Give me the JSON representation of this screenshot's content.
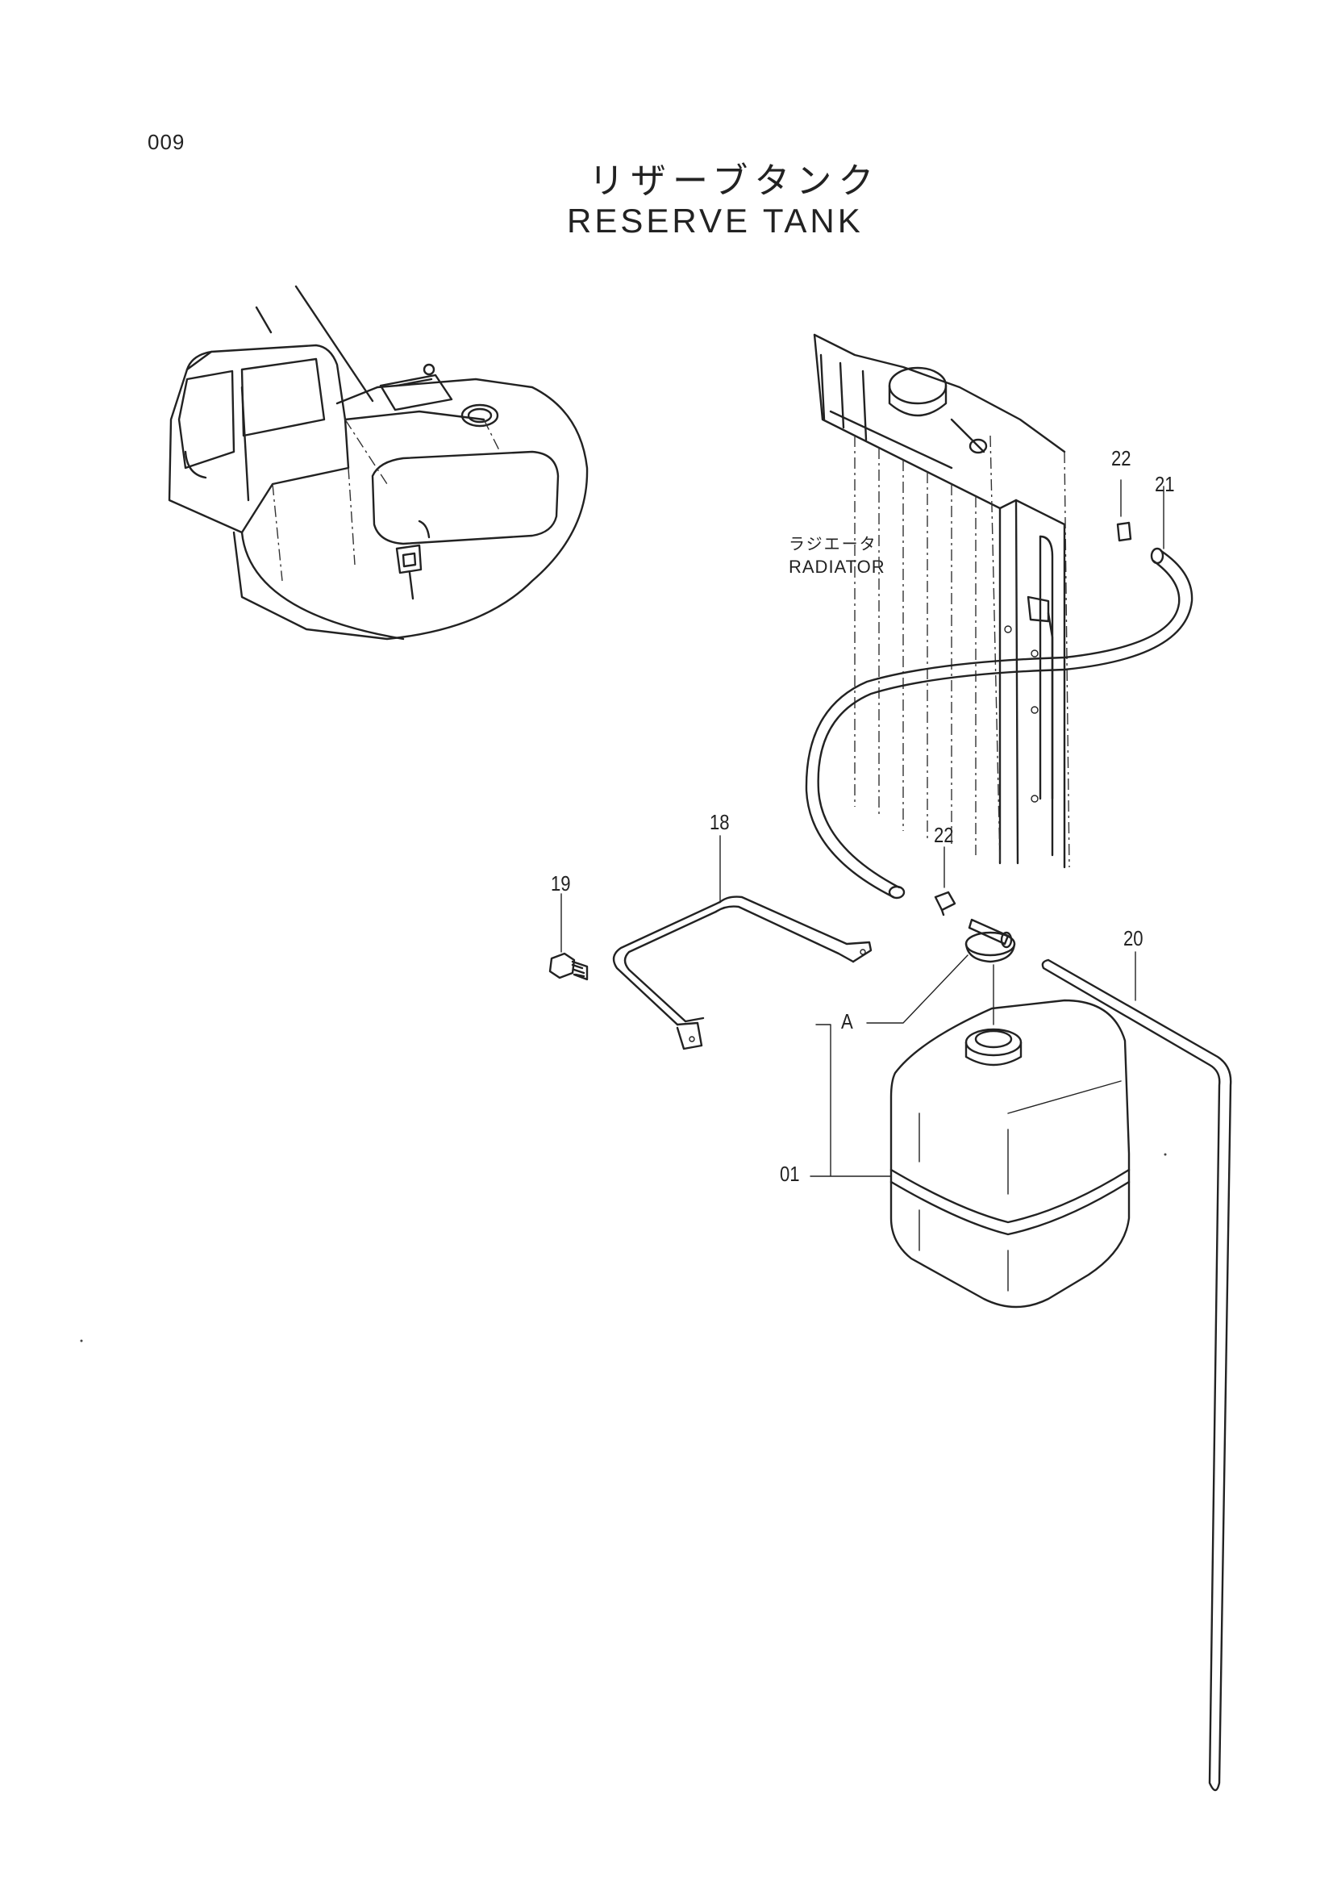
{
  "header": {
    "page_number": "009",
    "title_jp": "リザーブタンク",
    "title_en": "RESERVE TANK"
  },
  "labels": {
    "radiator_jp": "ラジエータ",
    "radiator_en": "RADIATOR"
  },
  "callouts": {
    "c01": "01",
    "c18": "18",
    "c19": "19",
    "c20": "20",
    "c21": "21",
    "c22_top": "22",
    "c22_mid": "22",
    "cA": "A"
  }
}
